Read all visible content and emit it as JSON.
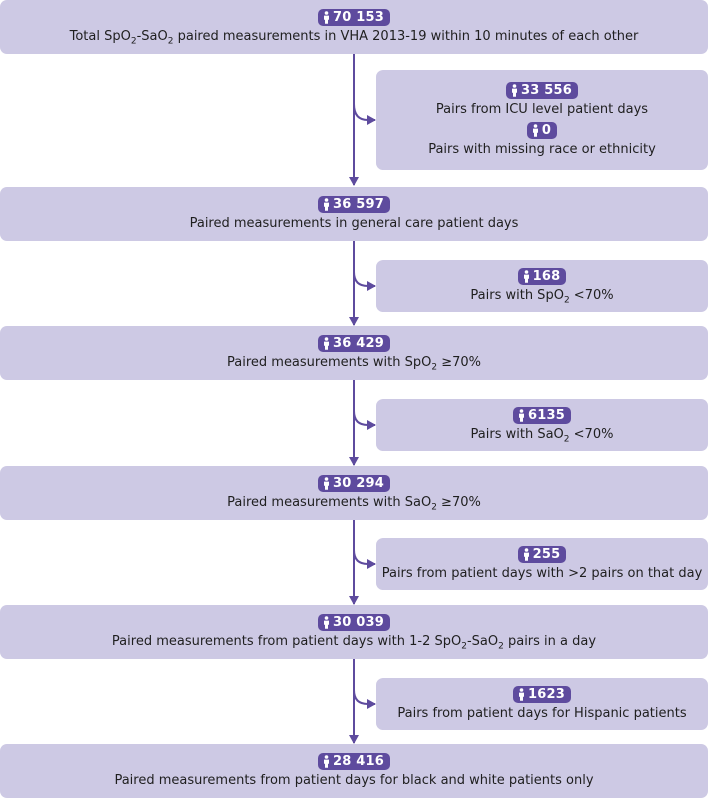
{
  "colors": {
    "box_fill": "#cdc9e4",
    "badge_fill": "#5e4b9e",
    "arrow": "#5e4b9e"
  },
  "icon": "person-icon",
  "main_boxes": [
    {
      "count": "70 153",
      "text_html": "Total SpO<sub>2</sub>-SaO<sub>2</sub> paired measurements in VHA 2013-19 within 10 minutes of each other"
    },
    {
      "count": "36 597",
      "text_html": "Paired measurements in general care patient days"
    },
    {
      "count": "36 429",
      "text_html": "Paired measurements with SpO<sub>2</sub> ≥70%"
    },
    {
      "count": "30 294",
      "text_html": "Paired measurements with SaO<sub>2</sub> ≥70%"
    },
    {
      "count": "30 039",
      "text_html": "Paired measurements from patient days with 1-2 SpO<sub>2</sub>-SaO<sub>2</sub> pairs in a day"
    },
    {
      "count": "28 416",
      "text_html": "Paired measurements from patient days for black and white patients only"
    }
  ],
  "exclusions": [
    {
      "items": [
        {
          "count": "33 556",
          "text_html": "Pairs from ICU level patient days"
        },
        {
          "count": "0",
          "text_html": "Pairs with missing race or ethnicity"
        }
      ]
    },
    {
      "items": [
        {
          "count": "168",
          "text_html": "Pairs with SpO<sub>2</sub> &lt;70%"
        }
      ]
    },
    {
      "items": [
        {
          "count": "6135",
          "text_html": "Pairs with SaO<sub>2</sub> &lt;70%"
        }
      ]
    },
    {
      "items": [
        {
          "count": "255",
          "text_html": "Pairs from patient days with &gt;2 pairs on that day"
        }
      ]
    },
    {
      "items": [
        {
          "count": "1623",
          "text_html": "Pairs from patient days for Hispanic patients"
        }
      ]
    }
  ]
}
